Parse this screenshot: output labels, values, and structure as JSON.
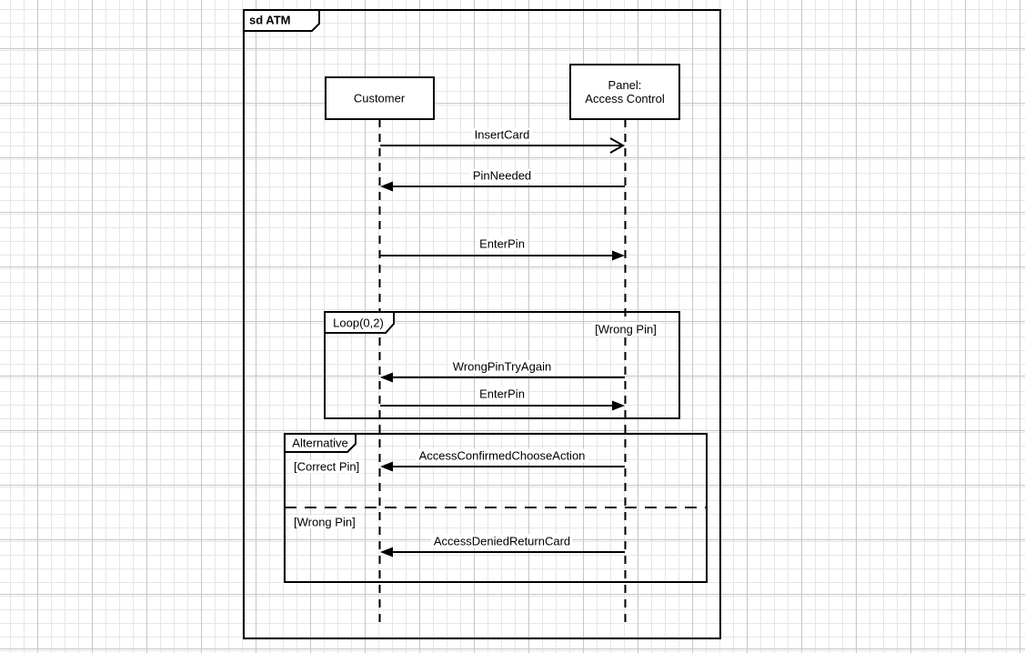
{
  "diagram": {
    "type": "uml-sequence-diagram",
    "frame_title": "sd ATM",
    "lifelines": {
      "customer": {
        "label": "Customer"
      },
      "panel": {
        "label": "Panel:\nAccess Control"
      }
    },
    "messages": {
      "insert_card": "InsertCard",
      "pin_needed": "PinNeeded",
      "enter_pin_1": "EnterPin",
      "wrong_pin_try_again": "WrongPinTryAgain",
      "enter_pin_2": "EnterPin",
      "access_confirmed": "AccessConfirmedChooseAction",
      "access_denied": "AccessDeniedReturnCard"
    },
    "fragments": {
      "loop": {
        "label": "Loop(0,2)",
        "guard": "[Wrong Pin]"
      },
      "alternative": {
        "label": "Alternative",
        "guard_correct": "[Correct Pin]",
        "guard_wrong": "[Wrong Pin]"
      }
    },
    "colors": {
      "stroke": "#000000",
      "shape_fill": "#ffffff",
      "grid_minor": "#e6e6e6",
      "grid_major": "#c6c6c6"
    }
  }
}
